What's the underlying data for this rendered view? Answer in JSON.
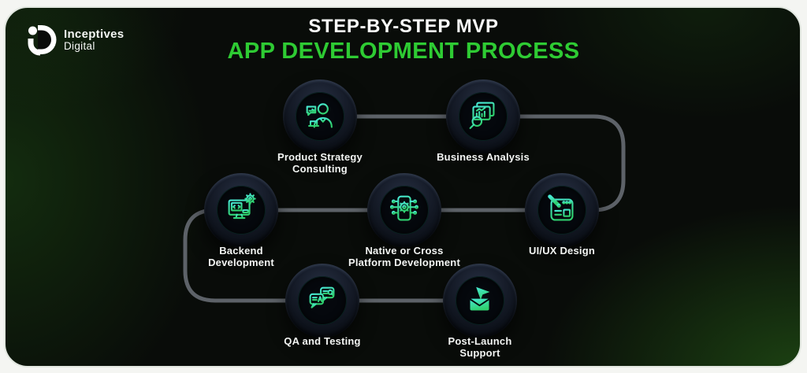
{
  "colors": {
    "accent_green": "#2ecb33",
    "icon_teal": "#45e8d2",
    "icon_green": "#2fd06e",
    "connector_gray": "#5d6268",
    "card_background": "#090c09",
    "text_white": "#f3f5f3"
  },
  "logo": {
    "name_line1": "Inceptives",
    "name_line2": "Digital"
  },
  "header": {
    "title_line1": "STEP-BY-STEP MVP",
    "title_line2": "APP DEVELOPMENT PROCESS"
  },
  "steps": [
    {
      "label": "Product Strategy\nConsulting",
      "icon": "consulting-icon"
    },
    {
      "label": "Business Analysis",
      "icon": "business-analysis-icon"
    },
    {
      "label": "UI/UX Design",
      "icon": "uiux-design-icon"
    },
    {
      "label": "Native or Cross\nPlatform Development",
      "icon": "cross-platform-icon"
    },
    {
      "label": "Backend\nDevelopment",
      "icon": "backend-icon"
    },
    {
      "label": "QA and Testing",
      "icon": "qa-testing-icon"
    },
    {
      "label": "Post-Launch\nSupport",
      "icon": "post-launch-support-icon"
    }
  ]
}
